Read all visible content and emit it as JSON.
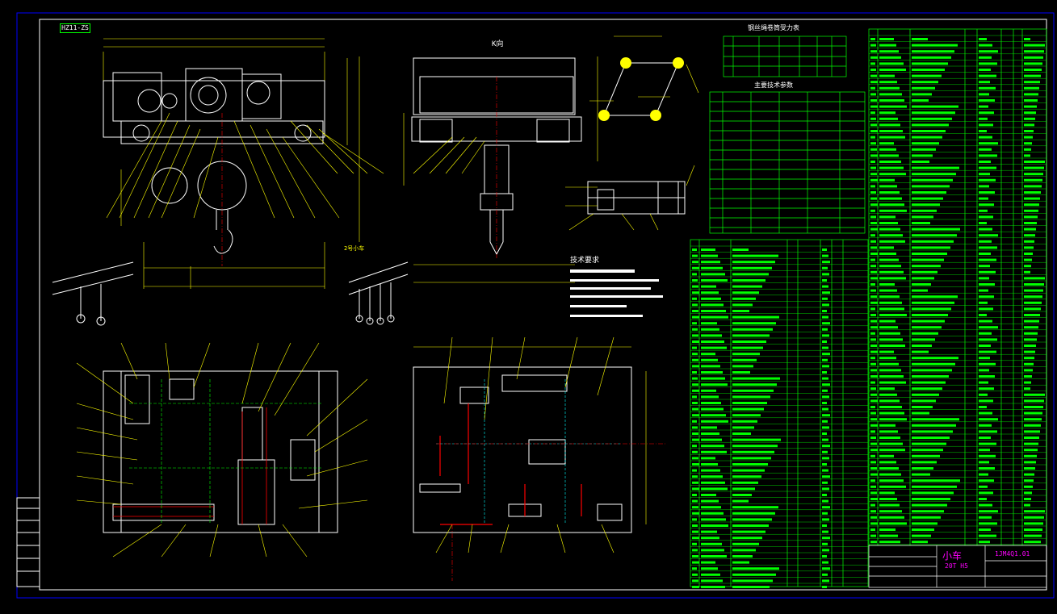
{
  "drawing": {
    "title_tag": "HZ11-ZS",
    "view_k": "K向",
    "detail_1": "2号小车",
    "tech_req_title": "技术要求",
    "table1_title": "钢丝绳卷筒受力表",
    "table2_title": "主要技术参数",
    "title_block": {
      "name": "小车",
      "code": "20T H5",
      "drawing_no": "1JM4Q1.01"
    }
  },
  "colors": {
    "background": "#000000",
    "frame": "#0000ff",
    "line": "#ffffff",
    "dimension": "#ffff00",
    "table": "#00ff00",
    "center": "#ff0000",
    "hidden": "#00ffff"
  }
}
